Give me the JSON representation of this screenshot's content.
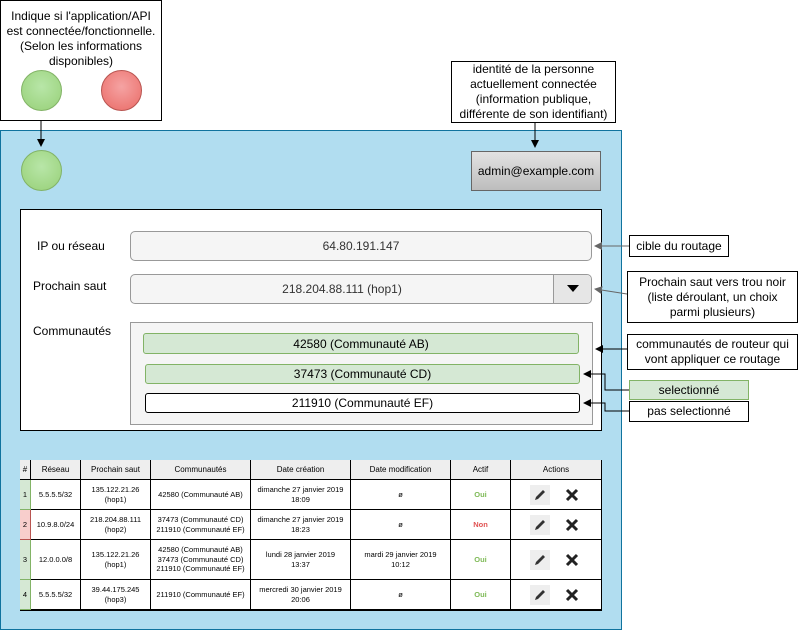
{
  "annotations": {
    "status_note": "Indique si l'application/API\nest connectée/fonctionnelle.\n(Selon les informations\ndisponibles)",
    "user_note": "identité de la personne\nactuellement connectée\n(information publique,\ndifférente de son identifiant)",
    "target_note": "cible du routage",
    "nexthop_note": "Prochain saut vers trou noir\n(liste déroulant, un choix\nparmi plusieurs)",
    "communities_note": "communautés de routeur qui\nvont appliquer ce routage",
    "selected_note": "selectionné",
    "unselected_note": "pas selectionné"
  },
  "header": {
    "user": "admin@example.com"
  },
  "form": {
    "ip_label": "IP ou réseau",
    "ip_value": "64.80.191.147",
    "nexthop_label": "Prochain saut",
    "nexthop_value": "218.204.88.111 (hop1)",
    "communities_label": "Communautés",
    "communities": [
      {
        "label": "42580 (Communauté AB)",
        "selected": true
      },
      {
        "label": "37473 (Communauté CD)",
        "selected": true
      },
      {
        "label": "211910 (Communauté EF)",
        "selected": false
      }
    ]
  },
  "table": {
    "columns": [
      "#",
      "Réseau",
      "Prochain saut",
      "Communautés",
      "Date création",
      "Date modification",
      "Actif",
      "Actions"
    ],
    "rows": [
      {
        "n": "1",
        "network": "5.5.5.5/32",
        "nexthop": "135.122.21.26\n(hop1)",
        "communities": "42580 (Communauté AB)",
        "created": "dimanche 27 janvier 2019\n18:09",
        "modified": "ø",
        "active": "Oui",
        "status": "ok"
      },
      {
        "n": "2",
        "network": "10.9.8.0/24",
        "nexthop": "218.204.88.111\n(hop2)",
        "communities": "37473 (Communauté CD)\n211910 (Communauté EF)",
        "created": "dimanche 27 janvier 2019\n18:23",
        "modified": "ø",
        "active": "Non",
        "status": "ko"
      },
      {
        "n": "3",
        "network": "12.0.0.0/8",
        "nexthop": "135.122.21.26\n(hop1)",
        "communities": "42580 (Communauté AB)\n37473 (Communauté CD)\n211910 (Communauté EF)",
        "created": "lundi 28 janvier 2019\n13:37",
        "modified": "mardi 29 janvier 2019\n10:12",
        "active": "Oui",
        "status": "ok"
      },
      {
        "n": "4",
        "network": "5.5.5.5/32",
        "nexthop": "39.44.175.245\n(hop3)",
        "communities": "211910 (Communauté EF)",
        "created": "mercredi 30 janvier 2019\n20:06",
        "modified": "ø",
        "active": "Oui",
        "status": "ok"
      }
    ]
  },
  "colors": {
    "panel_bg": "#b1ddf0",
    "status_green": "#97d077",
    "status_red": "#ea6b66",
    "selected_bg": "#d5e8d4"
  },
  "icons": {
    "status_ok": "circle-green-icon",
    "status_ko": "circle-red-icon",
    "dropdown": "triangle-down-icon",
    "edit": "pencil-icon",
    "delete": "x-icon"
  }
}
